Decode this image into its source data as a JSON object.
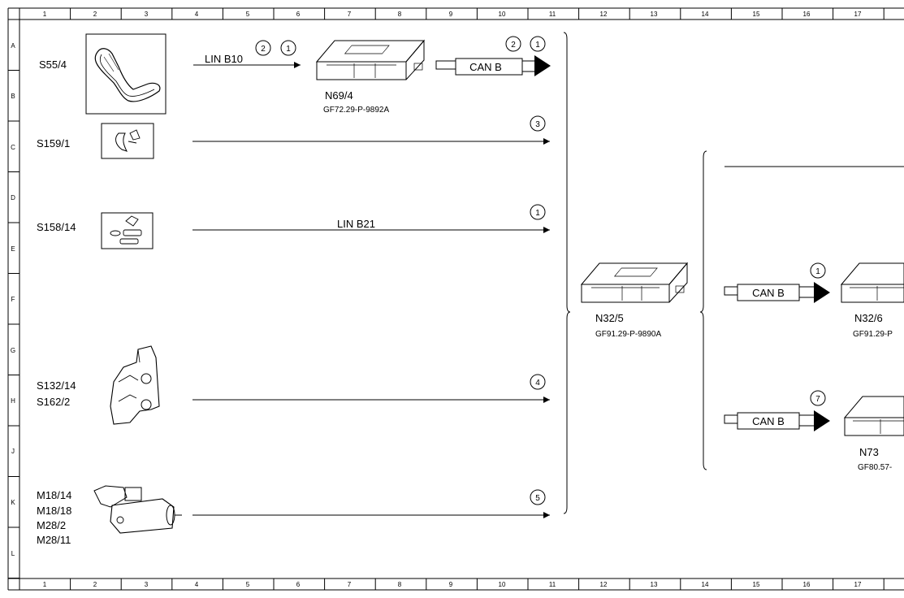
{
  "diagram": {
    "grid_columns": [
      "1",
      "2",
      "3",
      "4",
      "5",
      "6",
      "7",
      "8",
      "9",
      "10",
      "11",
      "12",
      "13",
      "14",
      "15",
      "16",
      "17"
    ],
    "grid_rows": [
      "A",
      "B",
      "C",
      "D",
      "E",
      "F",
      "G",
      "H",
      "J",
      "K",
      "L"
    ],
    "components": {
      "s55_4": "S55/4",
      "s159_1": "S159/1",
      "s158_14": "S158/14",
      "s132_14": "S132/14",
      "s162_2": "S162/2",
      "m18_14": "M18/14",
      "m18_18": "M18/18",
      "m28_2": "M28/2",
      "m28_11": "M28/11",
      "n69_4": "N69/4",
      "n69_4_ref": "GF72.29-P-9892A",
      "n32_5": "N32/5",
      "n32_5_ref": "GF91.29-P-9890A",
      "n32_6": "N32/6",
      "n32_6_ref": "GF91.29-P",
      "n73": "N73",
      "n73_ref": "GF80.57-"
    },
    "buses": {
      "lin_b10": "LIN B10",
      "lin_b21": "LIN B21",
      "can_b_top": "CAN B",
      "can_b_mid": "CAN B",
      "can_b_bottom": "CAN B"
    },
    "callouts": {
      "c_lin_2": "2",
      "c_lin_1": "1",
      "c_can_2": "2",
      "c_can_1": "1",
      "c_s159": "3",
      "c_s158": "1",
      "c_s132": "4",
      "c_m18": "5",
      "c_n32_6": "1",
      "c_n73": "7"
    }
  }
}
